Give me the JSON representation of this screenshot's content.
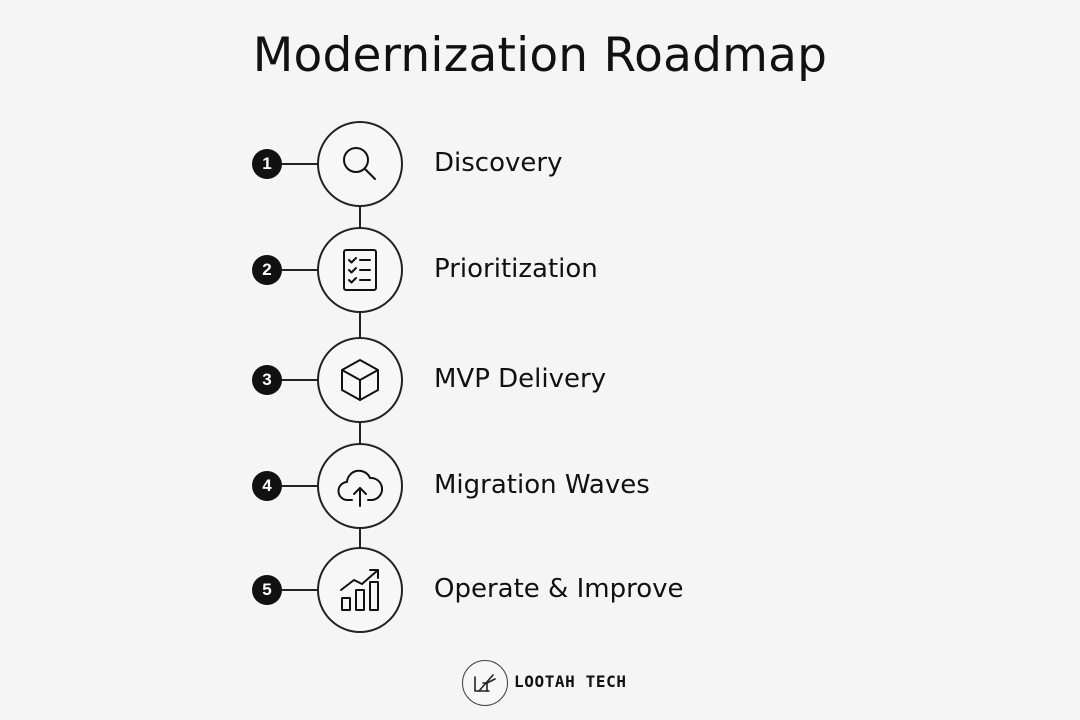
{
  "title": "Modernization Roadmap",
  "steps": [
    {
      "number": "1",
      "label": "Discovery",
      "icon": "magnifier-icon"
    },
    {
      "number": "2",
      "label": "Prioritization",
      "icon": "checklist-icon"
    },
    {
      "number": "3",
      "label": "MVP Delivery",
      "icon": "cube-icon"
    },
    {
      "number": "4",
      "label": "Migration Waves",
      "icon": "cloud-upload-icon"
    },
    {
      "number": "5",
      "label": "Operate & Improve",
      "icon": "growth-chart-icon"
    }
  ],
  "footer": {
    "brand": "LOOTAH TECH",
    "logo_icon": "lootah-logo-icon"
  },
  "colors": {
    "background": "#f5f5f5",
    "ink": "#111111"
  }
}
